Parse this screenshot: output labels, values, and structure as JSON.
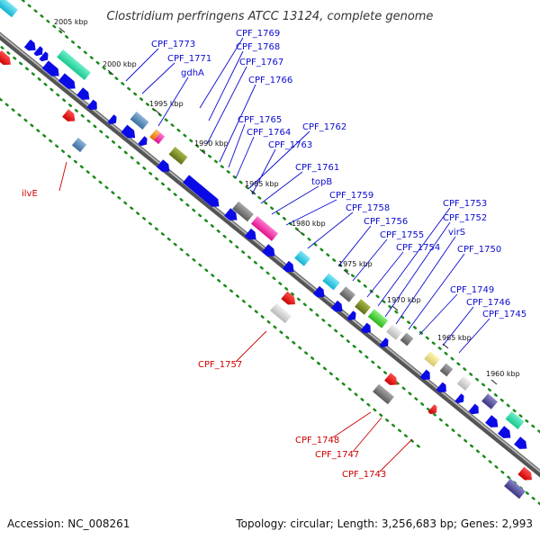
{
  "title": "Clostridium perfringens ATCC 13124, complete genome",
  "footer": {
    "accession": "Accession: NC_008261",
    "summary": "Topology: circular; Length: 3,256,683 bp; Genes: 2,993"
  },
  "colors": {
    "backbone": "#888888",
    "cds": "#0a0ae6",
    "label_blue": "#0b0bd0",
    "label_red": "#cc0000",
    "dotted": "#1a8a1a"
  },
  "ticks": [
    {
      "label": "2005 kbp"
    },
    {
      "label": "2000 kbp"
    },
    {
      "label": "1995 kbp"
    },
    {
      "label": "1990 kbp"
    },
    {
      "label": "1985 kbp"
    },
    {
      "label": "1980 kbp"
    },
    {
      "label": "1975 kbp"
    },
    {
      "label": "1970 kbp"
    },
    {
      "label": "1965 kbp"
    },
    {
      "label": "1960 kbp"
    }
  ],
  "gene_labels_top": [
    {
      "name": "CPF_1773"
    },
    {
      "name": "CPF_1771"
    },
    {
      "name": "CPF_1769"
    },
    {
      "name": "CPF_1768"
    },
    {
      "name": "gdhA"
    },
    {
      "name": "CPF_1767"
    },
    {
      "name": "CPF_1766"
    },
    {
      "name": "CPF_1765"
    },
    {
      "name": "CPF_1764"
    },
    {
      "name": "CPF_1762"
    },
    {
      "name": "CPF_1763"
    },
    {
      "name": "CPF_1761"
    },
    {
      "name": "topB"
    },
    {
      "name": "CPF_1759"
    },
    {
      "name": "CPF_1758"
    },
    {
      "name": "CPF_1756"
    },
    {
      "name": "CPF_1755"
    },
    {
      "name": "CPF_1754"
    },
    {
      "name": "CPF_1753"
    },
    {
      "name": "CPF_1752"
    },
    {
      "name": "virS"
    },
    {
      "name": "CPF_1750"
    },
    {
      "name": "CPF_1749"
    },
    {
      "name": "CPF_1746"
    },
    {
      "name": "CPF_1745"
    }
  ],
  "gene_labels_bottom": [
    {
      "name": "ilvE"
    },
    {
      "name": "CPF_1757"
    },
    {
      "name": "CPF_1748"
    },
    {
      "name": "CPF_1747"
    },
    {
      "name": "CPF_1743"
    }
  ]
}
